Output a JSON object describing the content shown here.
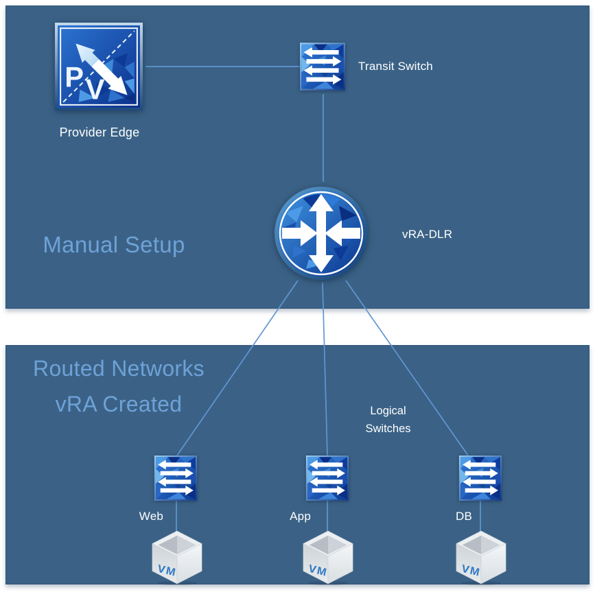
{
  "colors": {
    "panel_fill": "#3B6286",
    "panel_border": "#2D5379",
    "title_blue": "#6EA2D8",
    "connector_line": "#6096D2",
    "label_white": "#FFFFFF",
    "icon_blue_dark": "#0C3A92",
    "icon_blue_light": "#3F93E0",
    "vm_text_blue": "#2F77C2"
  },
  "manual_panel": {
    "title": "Manual Setup",
    "provider_edge": {
      "label": "Provider Edge",
      "letters": {
        "p": "P",
        "v": "V"
      }
    },
    "transit_switch": {
      "label": "Transit Switch"
    },
    "dlr": {
      "label": "vRA-DLR"
    }
  },
  "routed_panel": {
    "title_line1": "Routed Networks",
    "title_line2": "vRA Created",
    "note_line1": "Logical",
    "note_line2": "Switches",
    "switches": [
      {
        "label": "Web"
      },
      {
        "label": "App"
      },
      {
        "label": "DB"
      }
    ],
    "vm_label": "VM"
  }
}
